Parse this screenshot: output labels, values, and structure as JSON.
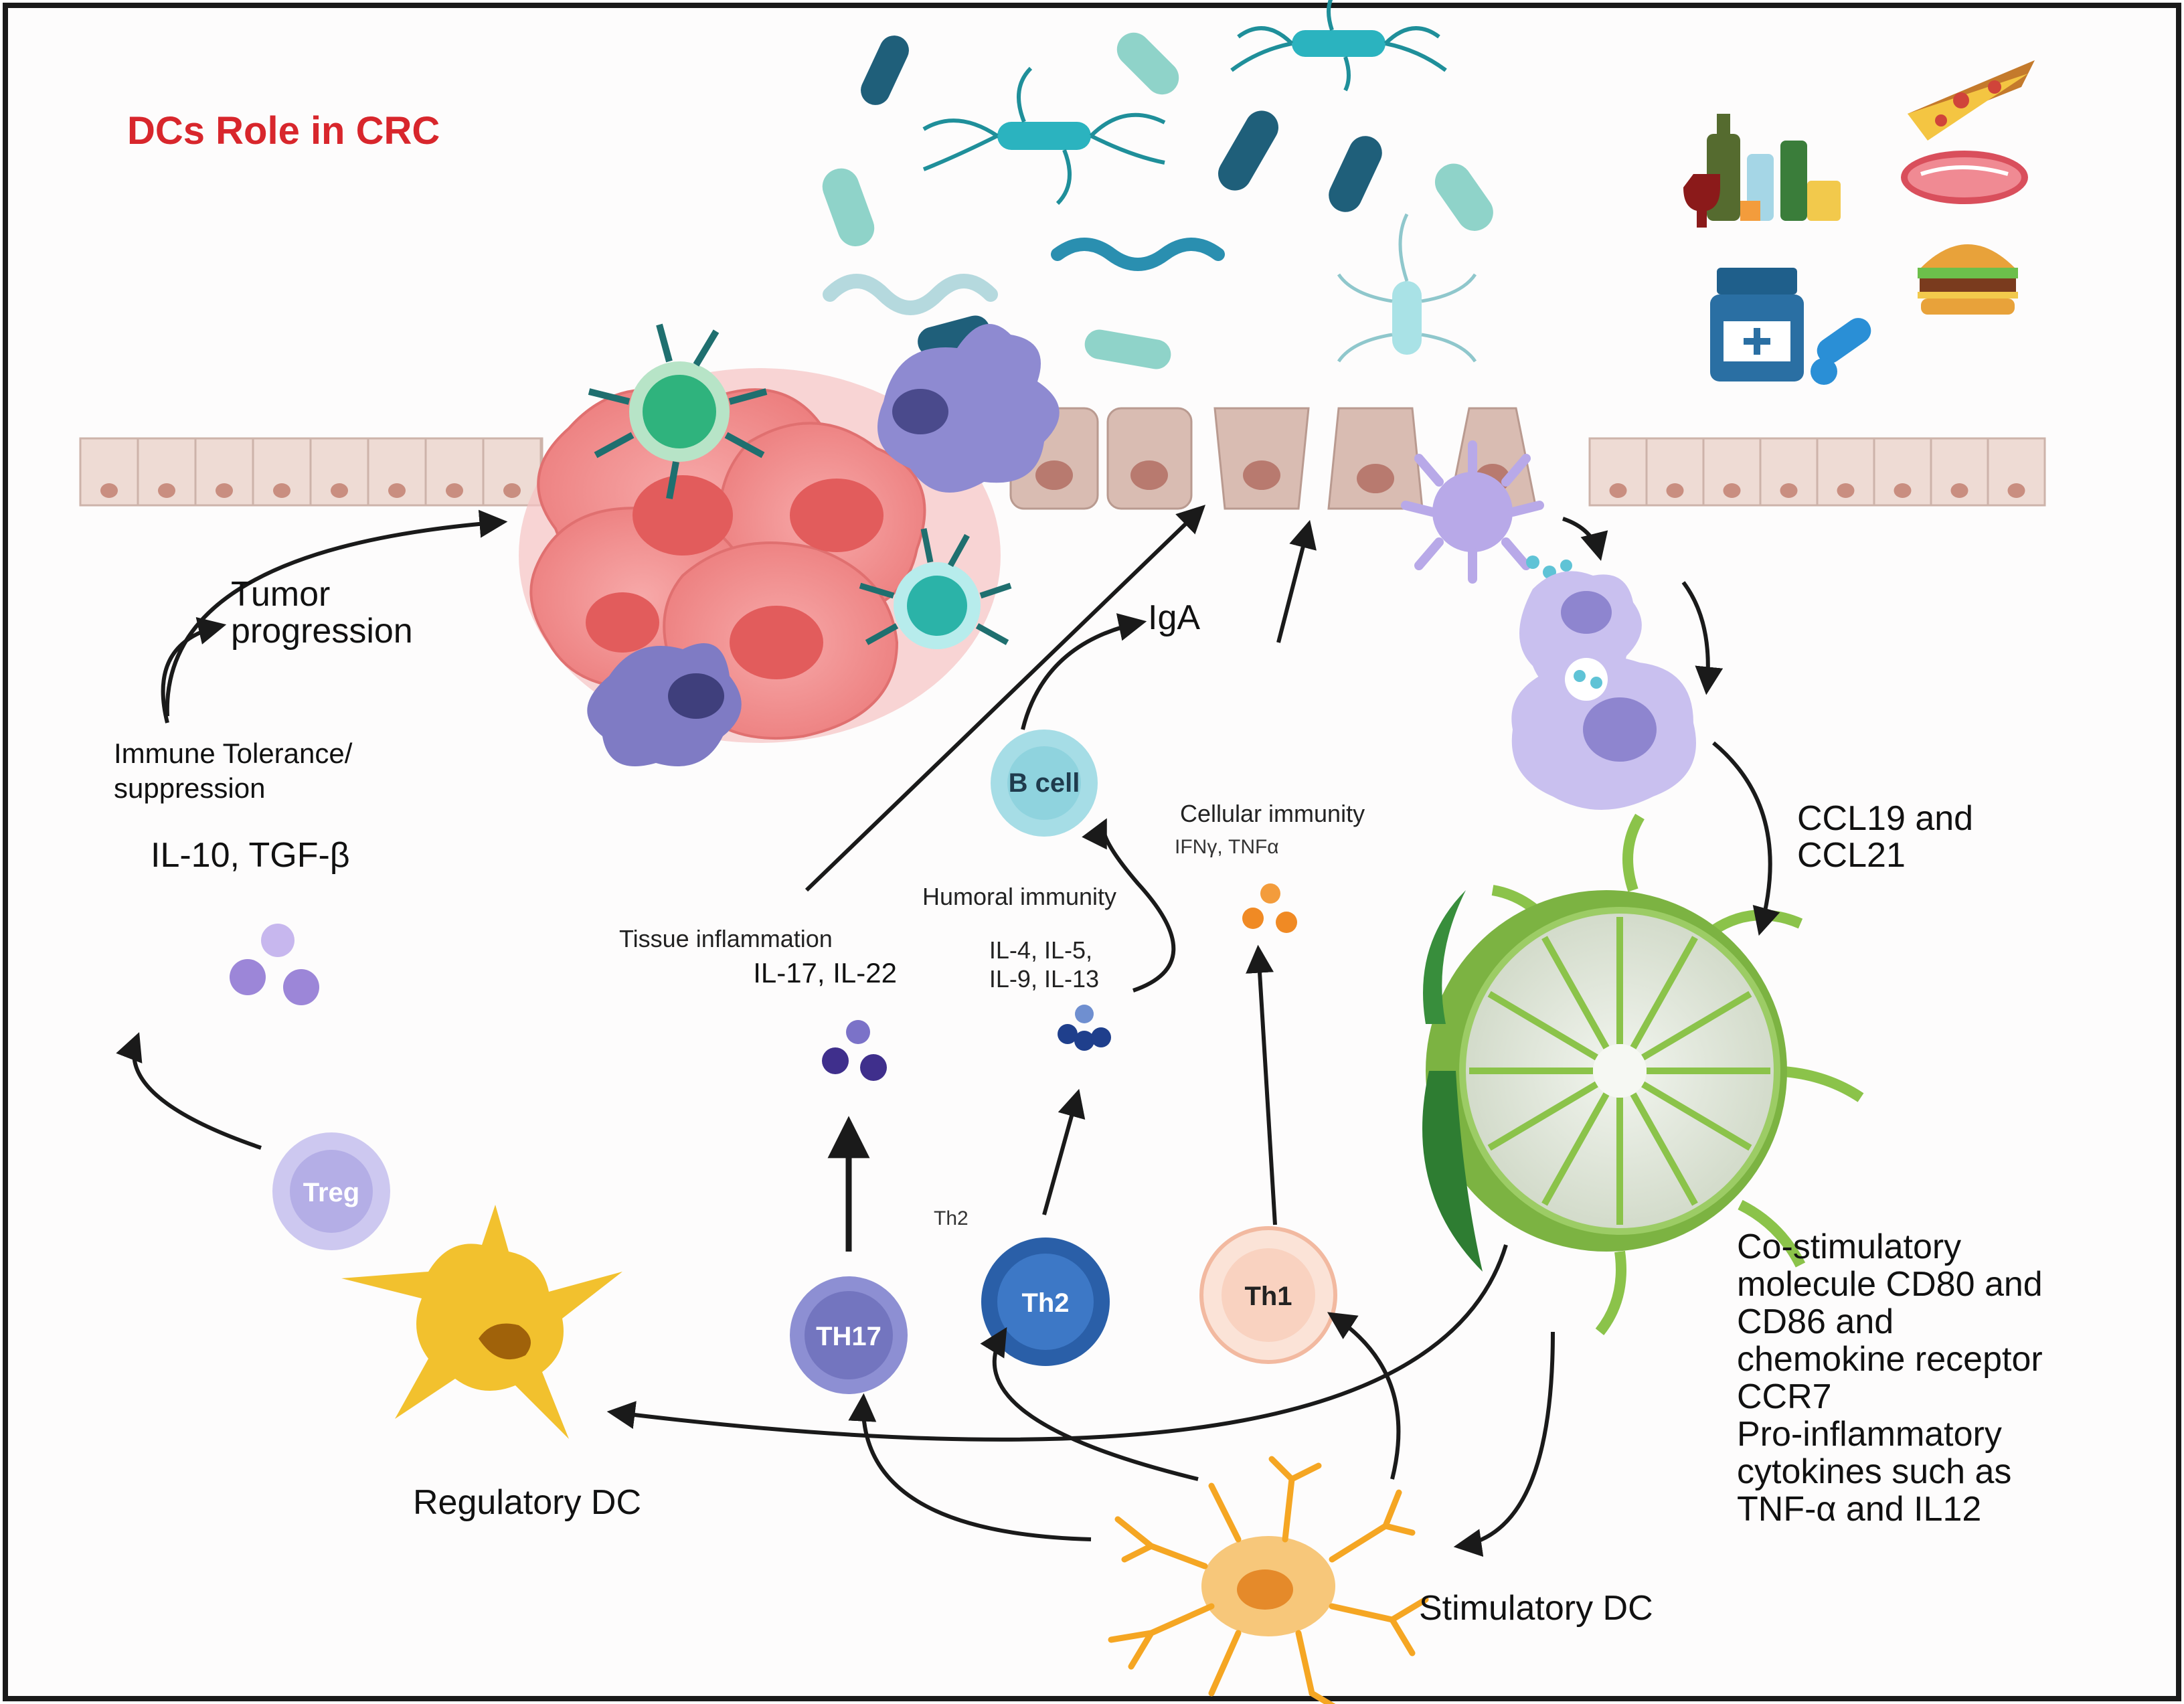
{
  "title": "DCs Role in CRC",
  "labels": {
    "tumor_progression": [
      "Tumor",
      "progression"
    ],
    "immune_tolerance": [
      "Immune Tolerance/",
      "suppression"
    ],
    "il10_tgf": "IL-10, TGF-β",
    "iga": "IgA",
    "b_cell": "B cell",
    "cellular_immunity": "Cellular immunity",
    "ifn_tnf": "IFNγ, TNFα",
    "humoral_immunity": "Humoral immunity",
    "humoral_cytokines": [
      "IL-4, IL-5,",
      "IL-9, IL-13"
    ],
    "tissue_inflammation": "Tissue inflammation",
    "th17_cytokines": "IL-17, IL-22",
    "ccl": [
      "CCL19 and",
      "CCL21"
    ],
    "treg": "Treg",
    "th17": "TH17",
    "th2": "Th2",
    "th2_faint": "Th2",
    "th1": "Th1",
    "regulatory_dc": "Regulatory DC",
    "stimulatory_dc": "Stimulatory DC",
    "costim": [
      "Co-stimulatory",
      "molecule CD80 and",
      "CD86 and",
      "chemokine receptor",
      "CCR7",
      "Pro-inflammatory",
      "cytokines such as",
      "TNF-α  and IL12"
    ]
  },
  "colors": {
    "title": "#d8262c",
    "epithelium": "#e9cfc6",
    "tumor": "#f08a8a",
    "lymph_node": "#6aa84f",
    "regulatory_dc": "#f2c12e",
    "stimulatory_dc": "#f5a623",
    "treg": "#b9b6e8",
    "th17": "#7c7fc9",
    "th2": "#2f6db5",
    "th1": "#f9d2c0",
    "b_cell": "#8fd3de"
  }
}
